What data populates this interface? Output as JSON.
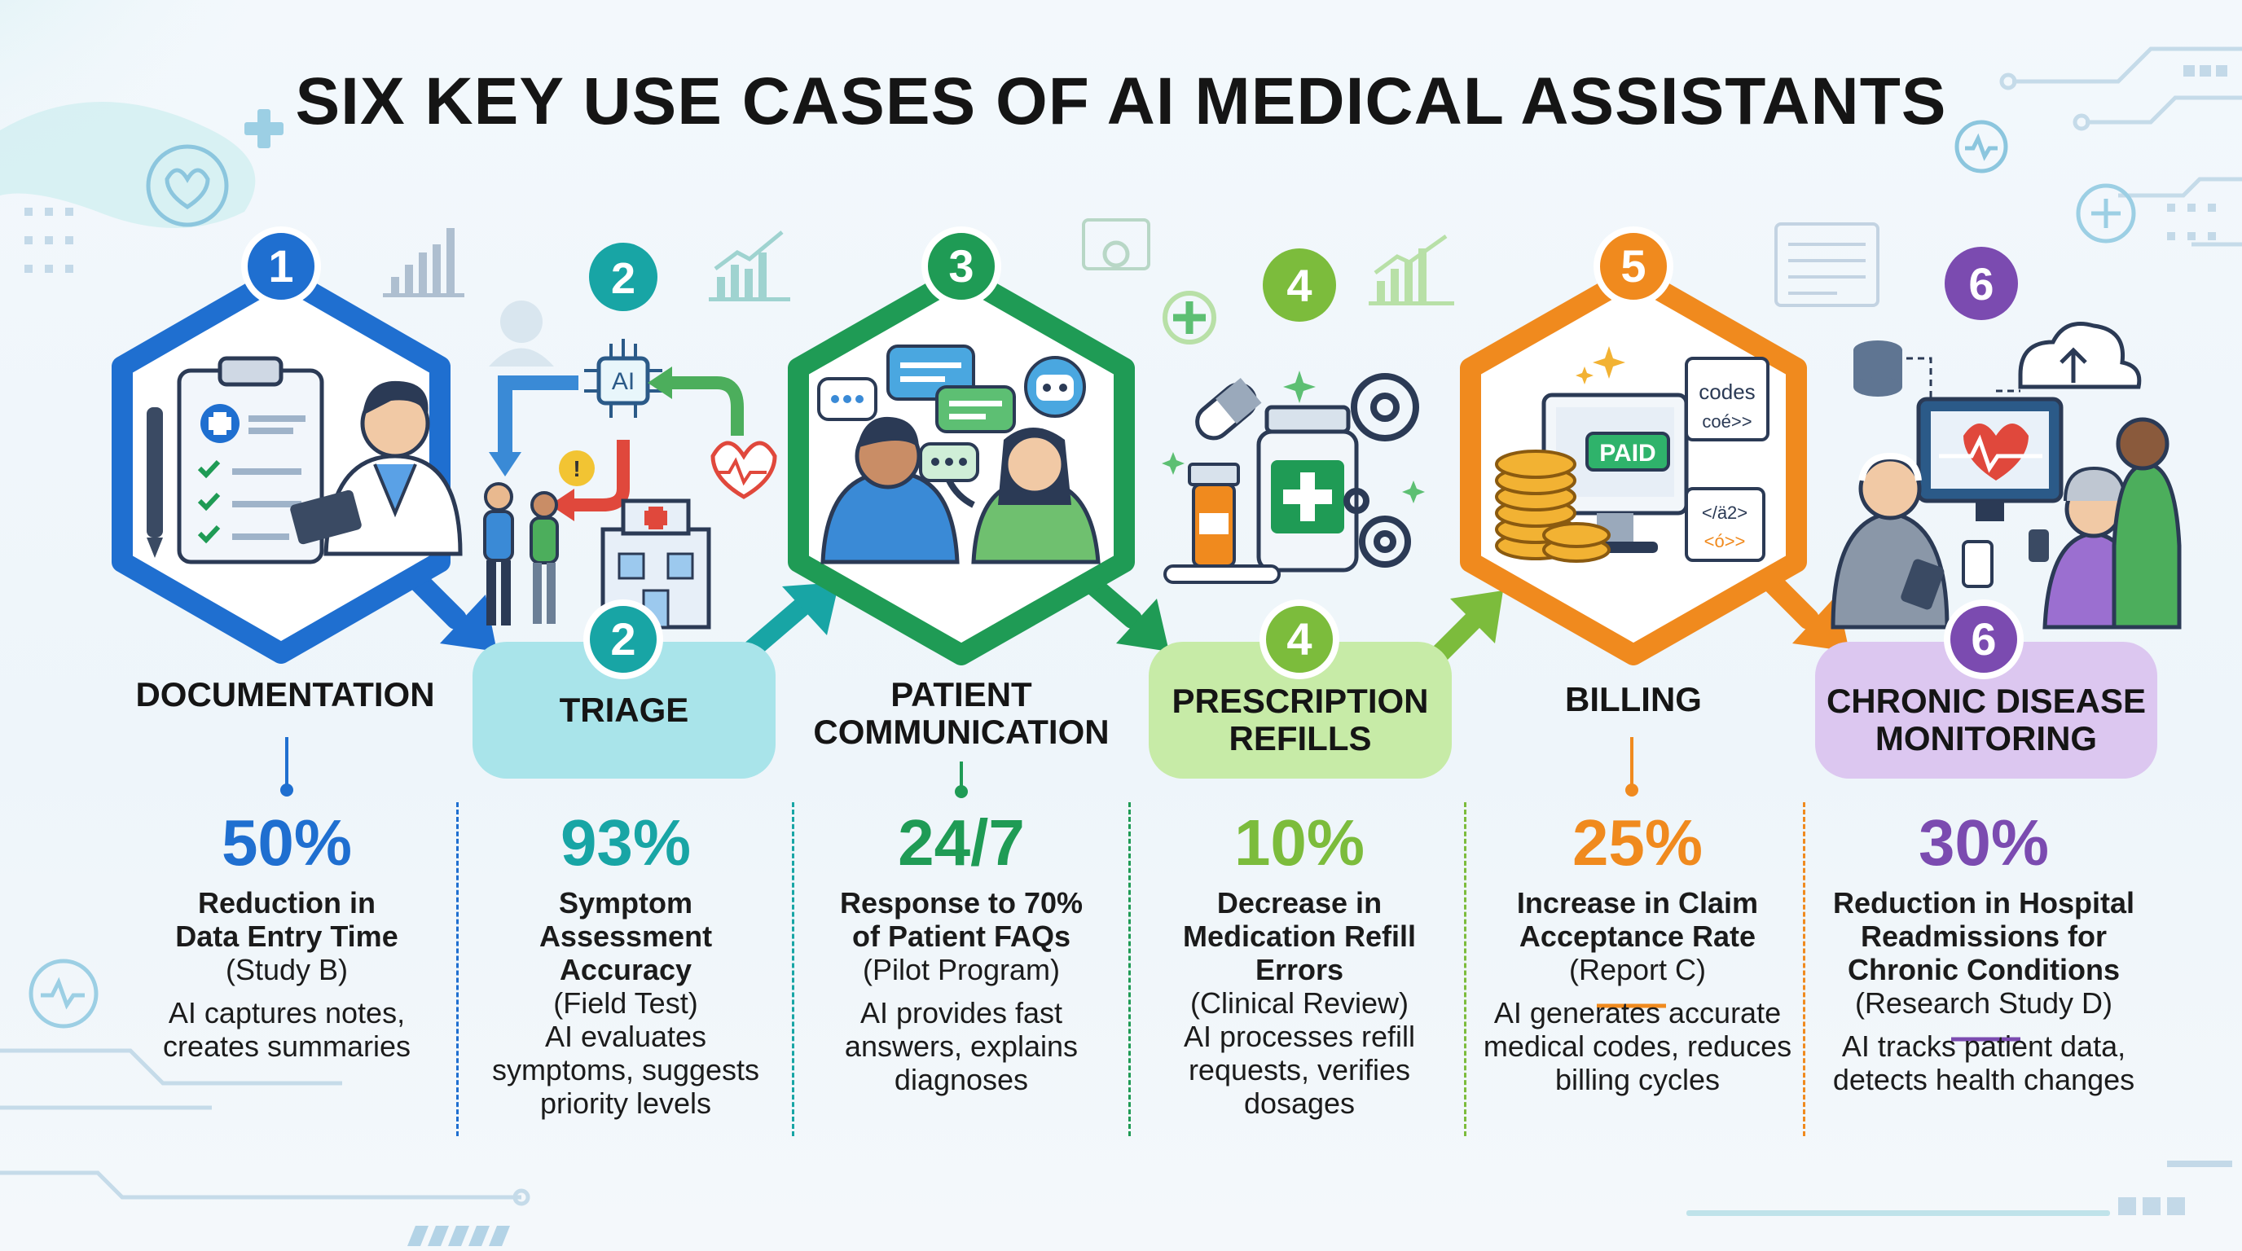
{
  "title": "SIX KEY USE CASES OF AI MEDICAL ASSISTANTS",
  "steps": [
    {
      "num": "1",
      "label": "DOCUMENTATION",
      "stat": "50%",
      "desc": "Reduction in Data Entry Time",
      "source": "(Study B)",
      "explain": "AI captures notes, creates summaries",
      "color": "#1f6fd0"
    },
    {
      "num": "2",
      "label": "TRIAGE",
      "stat": "93%",
      "desc": "Symptom Assessment Accuracy",
      "source": "(Field Test)",
      "explain": "AI evaluates symptoms, suggests priority levels",
      "color": "#18a5a5"
    },
    {
      "num": "3",
      "label": "PATIENT COMMUNICATION",
      "stat": "24/7",
      "desc": "Response to 70% of Patient FAQs",
      "source": "(Pilot Program)",
      "explain": "AI provides fast answers, explains diagnoses",
      "color": "#1f9b55"
    },
    {
      "num": "4",
      "label": "PRESCRIPTION REFILLS",
      "stat": "10%",
      "desc": "Decrease in Medication Refill Errors",
      "source": "(Clinical Review)",
      "explain": "AI processes refill requests, verifies dosages",
      "color": "#7cbc3c"
    },
    {
      "num": "5",
      "label": "BILLING",
      "stat": "25%",
      "desc": "Increase in Claim Acceptance Rate",
      "source": "(Report C)",
      "explain": "AI generates accurate medical codes, reduces billing cycles",
      "color": "#f08a1e"
    },
    {
      "num": "6",
      "label": "CHRONIC DISEASE MONITORING",
      "stat": "30%",
      "desc": "Reduction in Hospital Readmissions for Chronic Conditions",
      "source": "(Research Study D)",
      "explain": "AI tracks patient data, detects health changes",
      "color": "#7b4bb0"
    }
  ],
  "icons": {
    "ai_chip": "AI",
    "paid_tag": "PAID",
    "codes_line1": "codes",
    "codes_line2": "coé>>",
    "code_snippet1": "</ä2>",
    "code_snippet2": "<ó>>"
  },
  "colors": {
    "blue": "#1f6fd0",
    "teal": "#18a5a5",
    "green": "#1f9b55",
    "lime": "#7cbc3c",
    "orange": "#f08a1e",
    "purple": "#7b4bb0",
    "teal_pill": "#a9e4ea",
    "lime_pill": "#c7eba7",
    "purple_pill": "#dcc7f0"
  }
}
